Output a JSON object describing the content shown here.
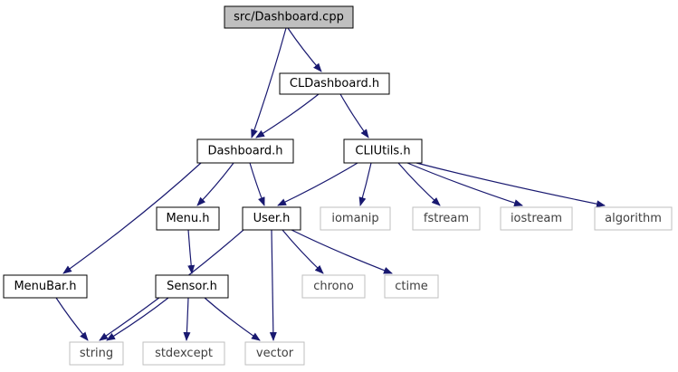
{
  "colors": {
    "root_fill": "#bfbfbf",
    "node_border": "#000000",
    "system_border": "#bfbfbf",
    "system_text": "#3f3f3f",
    "text": "#000000",
    "edge": "#191970",
    "background": "#ffffff"
  },
  "nodes": [
    {
      "id": "dashboard_cpp",
      "label": "src/Dashboard.cpp",
      "kind": "root"
    },
    {
      "id": "cldashboard_h",
      "label": "CLDashboard.h",
      "kind": "project"
    },
    {
      "id": "dashboard_h",
      "label": "Dashboard.h",
      "kind": "project"
    },
    {
      "id": "cliutils_h",
      "label": "CLIUtils.h",
      "kind": "project"
    },
    {
      "id": "menu_h",
      "label": "Menu.h",
      "kind": "project"
    },
    {
      "id": "user_h",
      "label": "User.h",
      "kind": "project"
    },
    {
      "id": "iomanip",
      "label": "iomanip",
      "kind": "system"
    },
    {
      "id": "fstream",
      "label": "fstream",
      "kind": "system"
    },
    {
      "id": "iostream",
      "label": "iostream",
      "kind": "system"
    },
    {
      "id": "algorithm",
      "label": "algorithm",
      "kind": "system"
    },
    {
      "id": "menubar_h",
      "label": "MenuBar.h",
      "kind": "project"
    },
    {
      "id": "sensor_h",
      "label": "Sensor.h",
      "kind": "project"
    },
    {
      "id": "chrono",
      "label": "chrono",
      "kind": "system"
    },
    {
      "id": "ctime",
      "label": "ctime",
      "kind": "system"
    },
    {
      "id": "string",
      "label": "string",
      "kind": "system"
    },
    {
      "id": "stdexcept",
      "label": "stdexcept",
      "kind": "system"
    },
    {
      "id": "vector",
      "label": "vector",
      "kind": "system"
    }
  ],
  "edges": [
    {
      "from": "dashboard_cpp",
      "to": "cldashboard_h"
    },
    {
      "from": "dashboard_cpp",
      "to": "dashboard_h"
    },
    {
      "from": "cldashboard_h",
      "to": "dashboard_h"
    },
    {
      "from": "cldashboard_h",
      "to": "cliutils_h"
    },
    {
      "from": "dashboard_h",
      "to": "menubar_h"
    },
    {
      "from": "dashboard_h",
      "to": "menu_h"
    },
    {
      "from": "dashboard_h",
      "to": "user_h"
    },
    {
      "from": "cliutils_h",
      "to": "user_h"
    },
    {
      "from": "cliutils_h",
      "to": "iomanip"
    },
    {
      "from": "cliutils_h",
      "to": "fstream"
    },
    {
      "from": "cliutils_h",
      "to": "iostream"
    },
    {
      "from": "cliutils_h",
      "to": "algorithm"
    },
    {
      "from": "menu_h",
      "to": "sensor_h"
    },
    {
      "from": "user_h",
      "to": "string"
    },
    {
      "from": "user_h",
      "to": "vector"
    },
    {
      "from": "user_h",
      "to": "chrono"
    },
    {
      "from": "user_h",
      "to": "ctime"
    },
    {
      "from": "menubar_h",
      "to": "string"
    },
    {
      "from": "sensor_h",
      "to": "string"
    },
    {
      "from": "sensor_h",
      "to": "stdexcept"
    },
    {
      "from": "sensor_h",
      "to": "vector"
    }
  ]
}
